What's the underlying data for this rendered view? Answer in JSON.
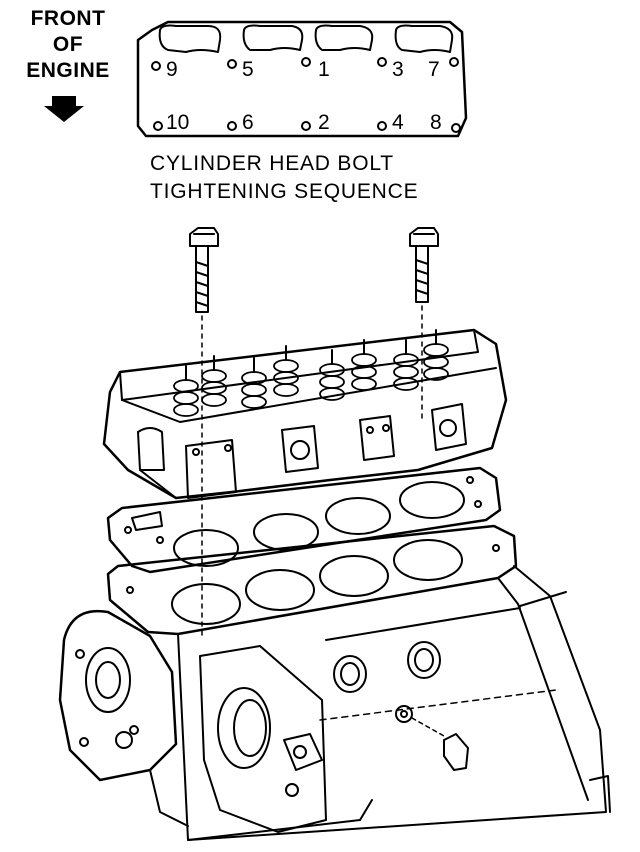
{
  "front_label": {
    "line1": "FRONT",
    "line2": "OF",
    "line3": "ENGINE"
  },
  "caption": {
    "line1": "CYLINDER HEAD BOLT",
    "line2": "TIGHTENING SEQUENCE"
  },
  "bolt_sequence": {
    "top_row": [
      "9",
      "5",
      "1",
      "3",
      "7"
    ],
    "bottom_row": [
      "10",
      "6",
      "2",
      "4",
      "8"
    ]
  },
  "icons": {
    "direction_arrow": "arrow-down-icon",
    "bolts": "bolt-icon"
  },
  "colors": {
    "line": "#000000",
    "background": "#ffffff"
  }
}
